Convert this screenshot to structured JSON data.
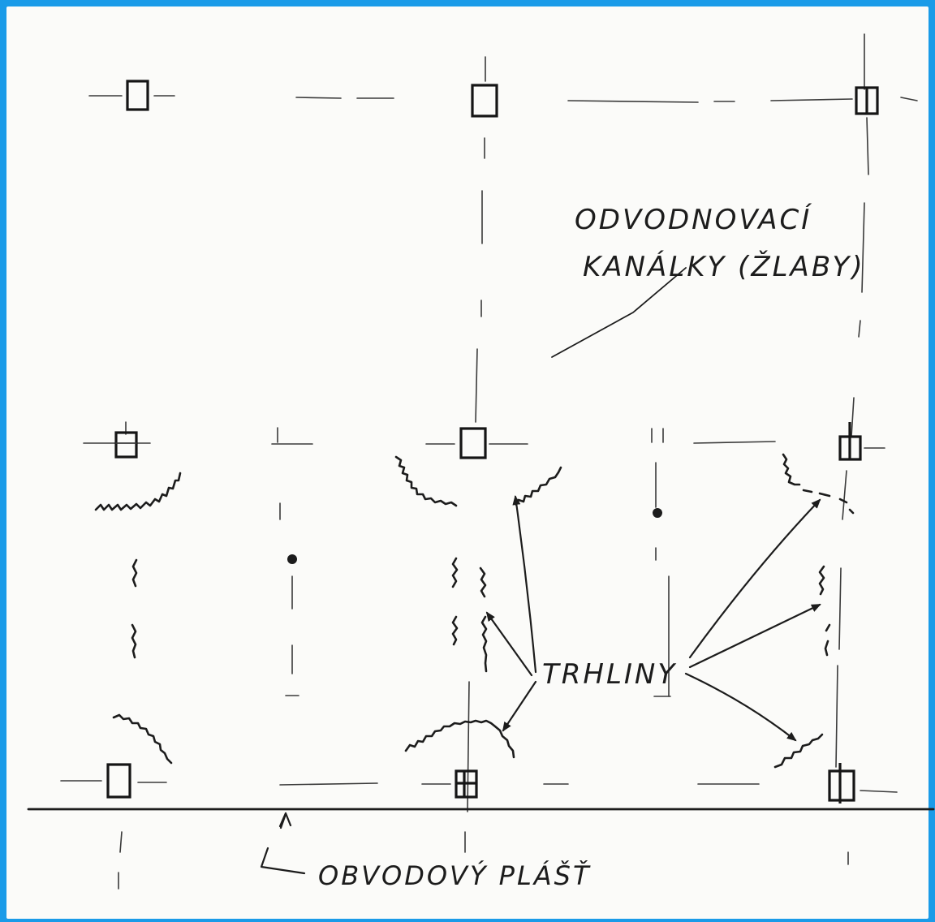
{
  "labels": {
    "drainage_line1": "ODVODNOVACÍ",
    "drainage_line2": "KANÁLKY (ŽLABY)",
    "cracks": "TRHLINY",
    "perimeter": "OBVODOVÝ PLÁŠŤ"
  },
  "colors": {
    "frame": "#1a9be8",
    "paper": "#fbfbf9",
    "ink": "#1c1c1c"
  }
}
